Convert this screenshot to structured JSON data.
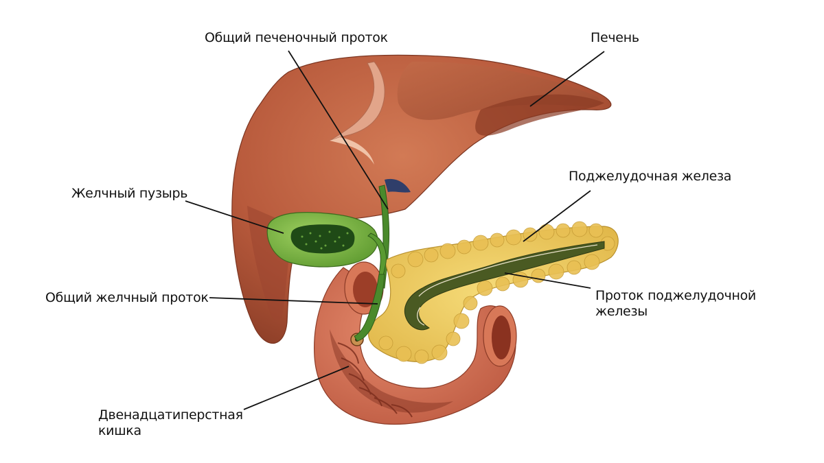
{
  "labels": {
    "common_hepatic_duct": "Общий печеночный проток",
    "liver": "Печень",
    "pancreas": "Поджелудочная железа",
    "gallbladder": "Желчный пузырь",
    "common_bile_duct": "Общий желчный проток",
    "pancreatic_duct_line1": "Проток поджелудочной",
    "pancreatic_duct_line2": "железы",
    "duodenum_line1": "Двенадцатиперстная",
    "duodenum_line2": "кишка"
  },
  "colors": {
    "liver": "#b85a3c",
    "liver_shadow": "#8e3f28",
    "gallbladder": "#6ea83a",
    "bile": "#2f6a1e",
    "pancreas": "#f0cf62",
    "pancreatic_duct": "#4a5a22",
    "duodenum": "#cf6a50",
    "leader": "#111111"
  }
}
